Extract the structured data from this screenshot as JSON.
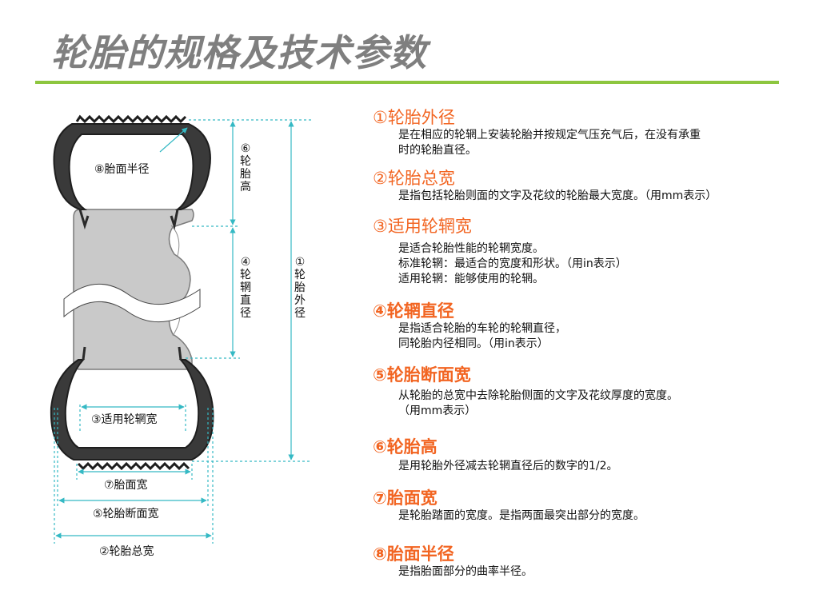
{
  "title": "轮胎的规格及技术参数",
  "diagram": {
    "label_tread_radius": "⑧胎面半径",
    "label_rim_width": "③适用轮辋宽",
    "label_tread_width": "⑦胎面宽",
    "label_section_width": "⑤轮胎断面宽",
    "label_overall_width": "②轮胎总宽",
    "vlabel_section_height": [
      "⑥",
      "轮",
      "胎",
      "高"
    ],
    "vlabel_rim_diameter": [
      "④",
      "轮",
      "辋",
      "直",
      "径"
    ],
    "vlabel_outer_diameter": [
      "①",
      "轮",
      "胎",
      "外",
      "径"
    ]
  },
  "items": [
    {
      "title": "①轮胎外径",
      "body": [
        "是在相应的轮辋上安装轮胎并按规定气压充气后，在没有承重",
        "时的轮胎直径。"
      ]
    },
    {
      "title": "②轮胎总宽",
      "body": [
        "是指包括轮胎则面的文字及花纹的轮胎最大宽度。（用mm表示）"
      ]
    },
    {
      "title": "③适用轮辋宽",
      "body": [
        "是适合轮胎性能的轮辋宽度。",
        "标准轮辋：最适合的宽度和形状。（用in表示）",
        "适用轮辋：能够使用的轮辋。"
      ]
    },
    {
      "title": "④轮辋直径",
      "body": [
        "是指适合轮胎的车轮的轮辋直径，",
        "同轮胎内径相同。（用in表示）"
      ]
    },
    {
      "title": "⑤轮胎断面宽",
      "body": [
        "从轮胎的总宽中去除轮胎侧面的文字及花纹厚度的宽度。",
        "（用mm表示）"
      ]
    },
    {
      "title": "⑥轮胎高",
      "body": [
        "是用轮胎外径减去轮辋直径后的数字的1/2。"
      ]
    },
    {
      "title": "⑦胎面宽",
      "body": [
        "是轮胎踏面的宽度。是指两面最突出部分的宽度。"
      ]
    },
    {
      "title": "⑧胎面半径",
      "body": [
        "是指胎面部分的曲率半径。"
      ]
    }
  ],
  "colors": {
    "accent": "#f26522",
    "rule": "#8dc63f",
    "dimension": "#35b9c4",
    "title": "#7f7f7f"
  }
}
